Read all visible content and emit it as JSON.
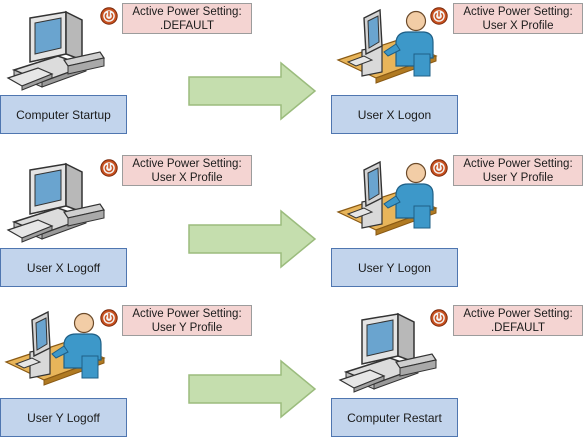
{
  "rows": [
    {
      "from": {
        "label": "Computer Startup",
        "setting_title": "Active Power Setting:",
        "setting_value": ".DEFAULT",
        "icon": "computer-icon"
      },
      "to": {
        "label": "User X Logon",
        "setting_title": "Active Power Setting:",
        "setting_value": "User X Profile",
        "icon": "user-at-computer-icon"
      }
    },
    {
      "from": {
        "label": "User X Logoff",
        "setting_title": "Active Power Setting:",
        "setting_value": "User X Profile",
        "icon": "computer-icon"
      },
      "to": {
        "label": "User Y Logon",
        "setting_title": "Active Power Setting:",
        "setting_value": "User Y Profile",
        "icon": "user-at-computer-icon"
      }
    },
    {
      "from": {
        "label": "User Y Logoff",
        "setting_title": "Active Power Setting:",
        "setting_value": "User Y Profile",
        "icon": "user-at-computer-icon"
      },
      "to": {
        "label": "Computer Restart",
        "setting_title": "Active Power Setting:",
        "setting_value": ".DEFAULT",
        "icon": "computer-icon"
      }
    }
  ],
  "colors": {
    "node_fill": "#c2d4ec",
    "node_border": "#4f76b0",
    "note_fill": "#f4d4d2",
    "arrow_fill": "#c5deae",
    "arrow_stroke": "#9bbc7d",
    "power_icon": "#c8501e"
  }
}
